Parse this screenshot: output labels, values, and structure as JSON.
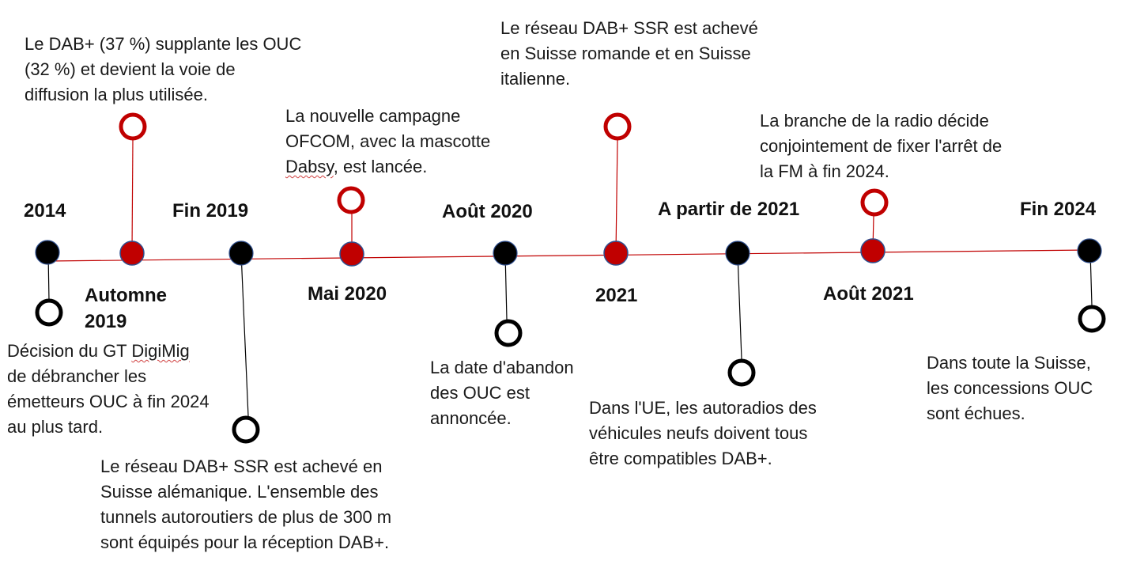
{
  "colors": {
    "red": "#c00000",
    "black": "#000000",
    "outline": "#2f4f8f",
    "axis": "#c00000"
  },
  "milestones": [
    {
      "date": "2014",
      "color": "black",
      "text_lines": [
        "Décision du GT DigiMig",
        "de débrancher les",
        "émetteurs OUC à fin 2024",
        "au plus tard."
      ]
    },
    {
      "date": "Automne 2019",
      "date_lines": [
        "Automne",
        "2019"
      ],
      "color": "red",
      "text_lines": [
        "Le DAB+ (37 %) supplante les OUC",
        "(32 %) et devient la voie de",
        "diffusion la plus utilisée."
      ]
    },
    {
      "date": "Fin 2019",
      "color": "black",
      "text_lines": [
        "Le réseau DAB+ SSR est achevé en",
        "Suisse alémanique. L'ensemble des",
        "tunnels autoroutiers de plus de 300 m",
        "sont équipés pour la réception DAB+."
      ]
    },
    {
      "date": "Mai 2020",
      "color": "red",
      "text_lines": [
        "La nouvelle campagne",
        "OFCOM, avec la mascotte",
        "Dabsy, est lancée."
      ]
    },
    {
      "date": "Août 2020",
      "color": "black",
      "text_lines": [
        "La date d'abandon",
        "des OUC est",
        "annoncée."
      ]
    },
    {
      "date": "2021",
      "color": "red",
      "text_lines": [
        "Le réseau DAB+ SSR est achevé",
        "en Suisse romande et en Suisse",
        "italienne."
      ]
    },
    {
      "date": "A partir de 2021",
      "color": "black",
      "text_lines": [
        "Dans l'UE, les autoradios des",
        "véhicules neufs doivent tous",
        "être compatibles DAB+."
      ]
    },
    {
      "date": "Août 2021",
      "color": "red",
      "text_lines": [
        "La branche de la radio décide",
        "conjointement de fixer l'arrêt de",
        "la FM à fin 2024."
      ]
    },
    {
      "date": "Fin 2024",
      "color": "black",
      "text_lines": [
        "Dans toute la Suisse,",
        "les concessions OUC",
        "sont échues."
      ]
    }
  ]
}
